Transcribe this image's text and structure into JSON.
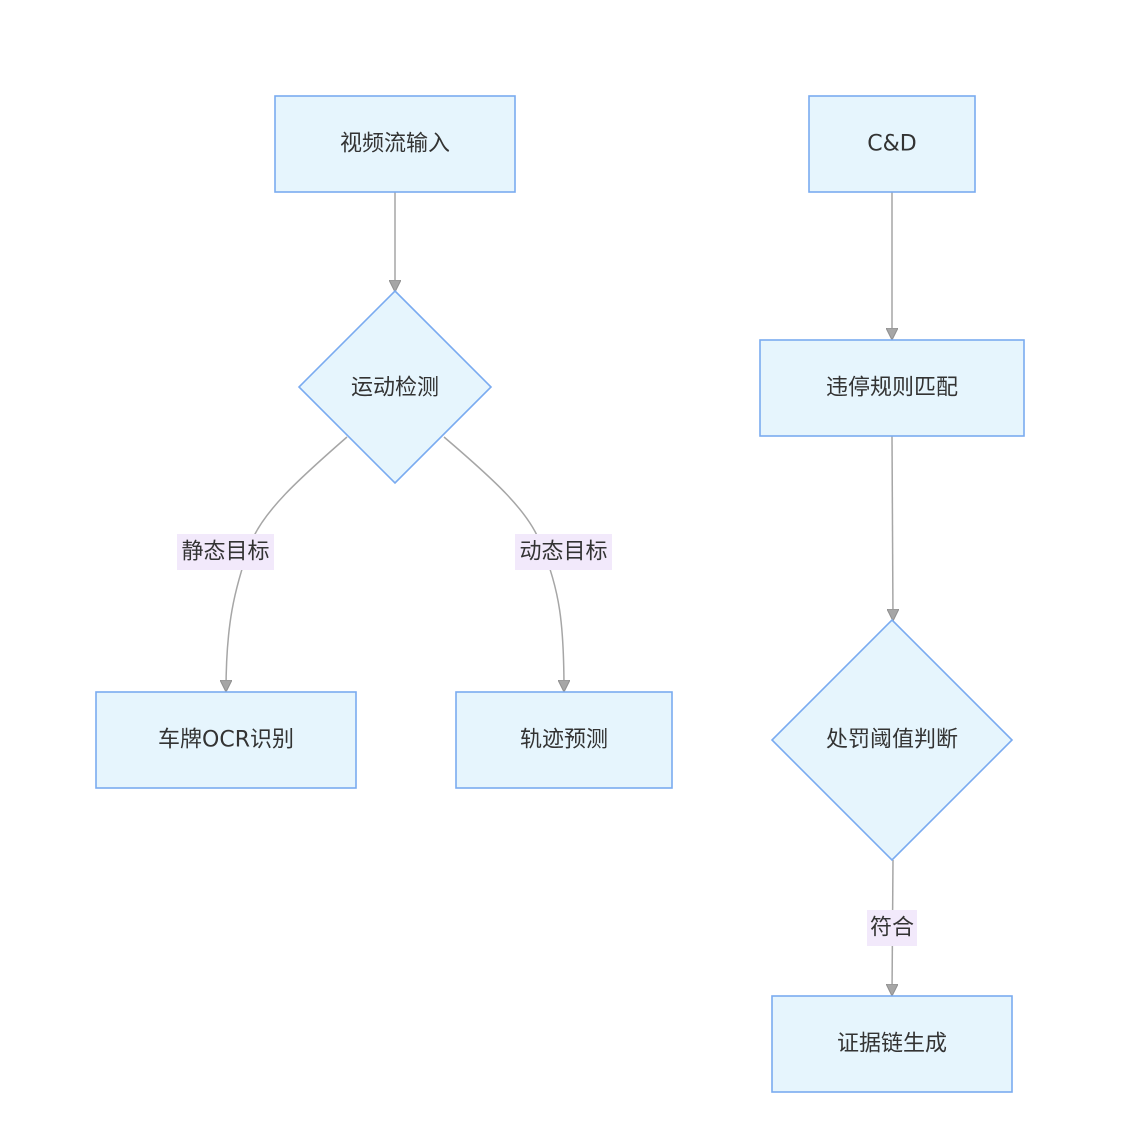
{
  "nodes": {
    "video_input": "视频流输入",
    "cd": "C&D",
    "motion_detect": "运动检测",
    "rule_match": "违停规则匹配",
    "plate_ocr": "车牌OCR识别",
    "trajectory": "轨迹预测",
    "penalty_threshold": "处罚阈值判断",
    "evidence_chain": "证据链生成"
  },
  "edges": {
    "static_target": "静态目标",
    "dynamic_target": "动态目标",
    "match": "符合"
  }
}
